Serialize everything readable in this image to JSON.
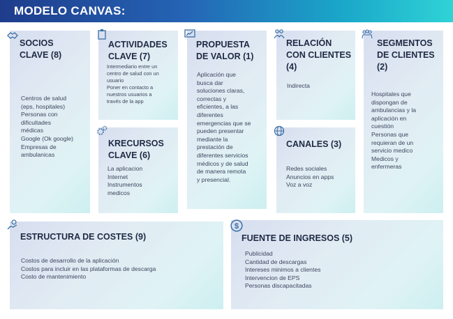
{
  "header": {
    "title": "MODELO CANVAS:"
  },
  "socios": {
    "title_lines": [
      "SOCIOS",
      "CLAVE (8)"
    ],
    "lines": [
      "Centros de salud",
      "(eps, hospitales)",
      "Personas con",
      "dificultades",
      "médicas",
      "Google (Ok google)",
      "Empresas de",
      "ambulanicas"
    ]
  },
  "actividades": {
    "title_lines": [
      "ACTIVIDADES",
      "CLAVE (7)"
    ],
    "lines": [
      "Intermediario entre un",
      "centro de salud con un",
      "usuario",
      "Poner en contacto a",
      "nuestros usuarios a",
      "través de la app"
    ]
  },
  "recursos": {
    "title_lines": [
      "KRECURSOS",
      "CLAVE (6)"
    ],
    "lines": [
      "La aplicacion",
      "Internet",
      "Instrumentos",
      "medicos"
    ]
  },
  "propuesta": {
    "title_lines": [
      "PROPUESTA",
      "DE VALOR (1)"
    ],
    "lines": [
      "Aplicación que",
      "busca dar",
      "soluciones claras,",
      "correctas y",
      "eficientes, a las",
      "diferentes",
      "emergencias que se",
      "pueden presentar",
      "mediante la",
      "prestación de",
      "diferentes servicios",
      "médicos y de salud",
      "de manera remota",
      "y presencial."
    ]
  },
  "relacion": {
    "title_lines": [
      "RELACIÓN",
      "CON CLIENTES",
      "(4)"
    ],
    "lines": [
      "Indirecta"
    ]
  },
  "canales": {
    "title_lines": [
      "CANALES (3)"
    ],
    "lines": [
      "Redes sociales",
      "Anuncios en apps",
      "Voz a voz"
    ]
  },
  "segmentos": {
    "title_lines": [
      "SEGMENTOS",
      "DE CLIENTES",
      "(2)"
    ],
    "lines": [
      "Hospitales que",
      "dispongan de",
      "ambulancias y la",
      "aplicación en",
      "cuestión",
      "Personas que",
      "requieran de un",
      "servicio medico",
      "Medicos y",
      "enfermeras"
    ]
  },
  "costes": {
    "title_lines": [
      "ESTRUCTURA DE COSTES (9)"
    ],
    "lines": [
      "Costos de desarrollo de la aplicación",
      "Costos para incluir en las plataformas de descarga",
      "Costo de mantenimiento"
    ]
  },
  "ingresos": {
    "title_lines": [
      "FUENTE DE INGRESOS (5)"
    ],
    "lines": [
      "Publicidad",
      "Cantidad de descargas",
      "Intereses minimos a clientes",
      "Intervencion de EPS",
      "Personas discapacitadas"
    ]
  },
  "icons": {
    "socios": "handshake-icon",
    "actividades": "clipboard-icon",
    "recursos": "gears-icon",
    "propuesta": "presentation-chart-icon",
    "relacion": "people-icon",
    "canales": "globe-icon",
    "segmentos": "group-icon",
    "costes": "hand-coin-icon",
    "ingresos": "dollar-circle-icon"
  }
}
